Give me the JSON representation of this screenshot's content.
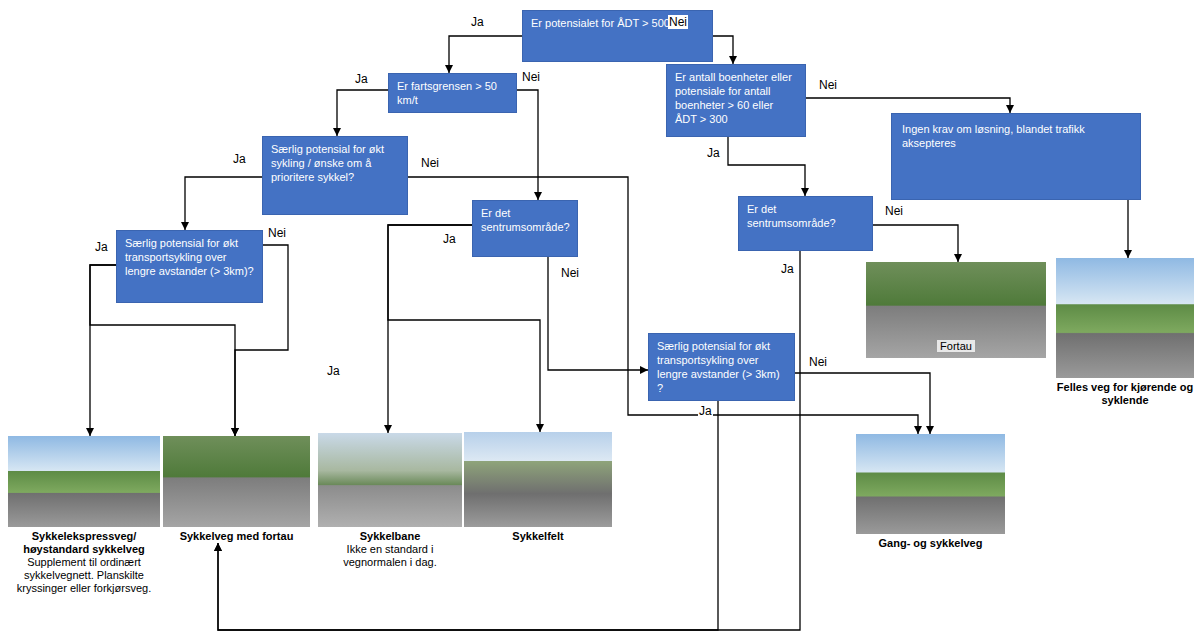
{
  "diagram": {
    "nodes": [
      {
        "text": [
          "Er potensialet for ÅDT > 500?"
        ]
      },
      {
        "text": [
          "Er fartsgrensen > 50 km/t"
        ]
      },
      {
        "text": [
          "Er antall boenheter eller potensiale for antall boenheter > 60 eller ÅDT > 300"
        ]
      },
      {
        "text": [
          "Ingen krav om løsning, blandet trafikk aksepteres"
        ]
      },
      {
        "text": [
          "Særlig potensial for økt sykling / ønske om å prioritere sykkel?"
        ]
      },
      {
        "text": [
          "Er det sentrumsområde?"
        ]
      },
      {
        "text": [
          "Er det sentrumsområde?"
        ]
      },
      {
        "text": [
          "Særlig potensial for økt transportsykling over lengre avstander (> 3km)?"
        ]
      },
      {
        "text": [
          "Fortau"
        ]
      },
      {
        "text": [
          "Felles veg for kjørende og syklende"
        ]
      },
      {
        "text": [
          "Særlig potensial for økt transportsykling over lengre avstander (> 3km) ?"
        ]
      },
      {
        "text": [
          "Sykkelekspressveg/ høystandard sykkelveg",
          "Supplement til ordinært sykkelvegnett. Planskilte kryssinger eller forkjørsveg."
        ]
      },
      {
        "text": [
          "Sykkelveg med fortau"
        ]
      },
      {
        "text": [
          "Sykkelbane",
          "Ikke en standard i vegnormalen i dag."
        ]
      },
      {
        "text": [
          "Sykkelfelt"
        ]
      },
      {
        "text": [
          "Gang- og sykkelveg"
        ]
      }
    ],
    "edges": [
      {
        "from": 0,
        "to": 1,
        "label": "Ja",
        "arrow": "to"
      },
      {
        "from": 0,
        "to": 2,
        "label": "Nei",
        "arrow": "to"
      },
      {
        "from": 1,
        "to": 4,
        "label": "Ja",
        "arrow": "to"
      },
      {
        "from": 1,
        "to": 5,
        "label": "Nei",
        "arrow": "to"
      },
      {
        "from": 2,
        "to": 3,
        "label": "Nei",
        "arrow": "to"
      },
      {
        "from": 2,
        "to": 6,
        "label": "Ja",
        "arrow": "to"
      },
      {
        "from": 3,
        "to": 9,
        "arrow": "to"
      },
      {
        "from": 4,
        "to": 7,
        "label": "Ja",
        "arrow": "to"
      },
      {
        "from": 4,
        "to": 15,
        "label": "Nei",
        "arrow": "to"
      },
      {
        "from": 5,
        "to": 13,
        "label": "Ja",
        "arrow": "to"
      },
      {
        "from": 5,
        "to": 14,
        "arrow": "to"
      },
      {
        "from": 5,
        "to": 10,
        "label": "Nei",
        "arrow": "to"
      },
      {
        "from": 6,
        "to": 8,
        "label": "Nei",
        "arrow": "to"
      },
      {
        "from": 6,
        "to": 12,
        "label": "Ja",
        "arrow": "to"
      },
      {
        "from": 7,
        "to": 11,
        "label": "Ja",
        "arrow": "to"
      },
      {
        "from": 7,
        "to": 12,
        "arrow": "to"
      },
      {
        "from": 7,
        "to": 12,
        "label": "Nei",
        "arrow": "to"
      },
      {
        "from": 10,
        "to": 12,
        "label": "Ja",
        "arrow": "to"
      },
      {
        "from": 10,
        "to": 15,
        "label": "Nei",
        "arrow": "to"
      }
    ],
    "labels": [
      "Ja"
    ]
  }
}
